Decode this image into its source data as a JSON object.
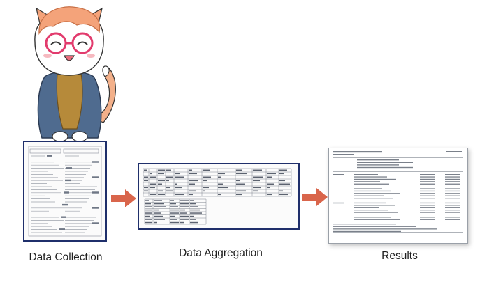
{
  "steps": [
    {
      "label": "Data Collection"
    },
    {
      "label": "Data Aggregation"
    },
    {
      "label": "Results"
    }
  ],
  "colors": {
    "frame": "#1f2f6b",
    "arrow": "#d9654b",
    "hair": "#f4a37a",
    "glasses": "#e23b6d",
    "hoodie": "#4f6b8f",
    "sweater": "#b68a3a"
  },
  "icons": [
    "cat-mascot-icon",
    "right-arrow-icon"
  ]
}
